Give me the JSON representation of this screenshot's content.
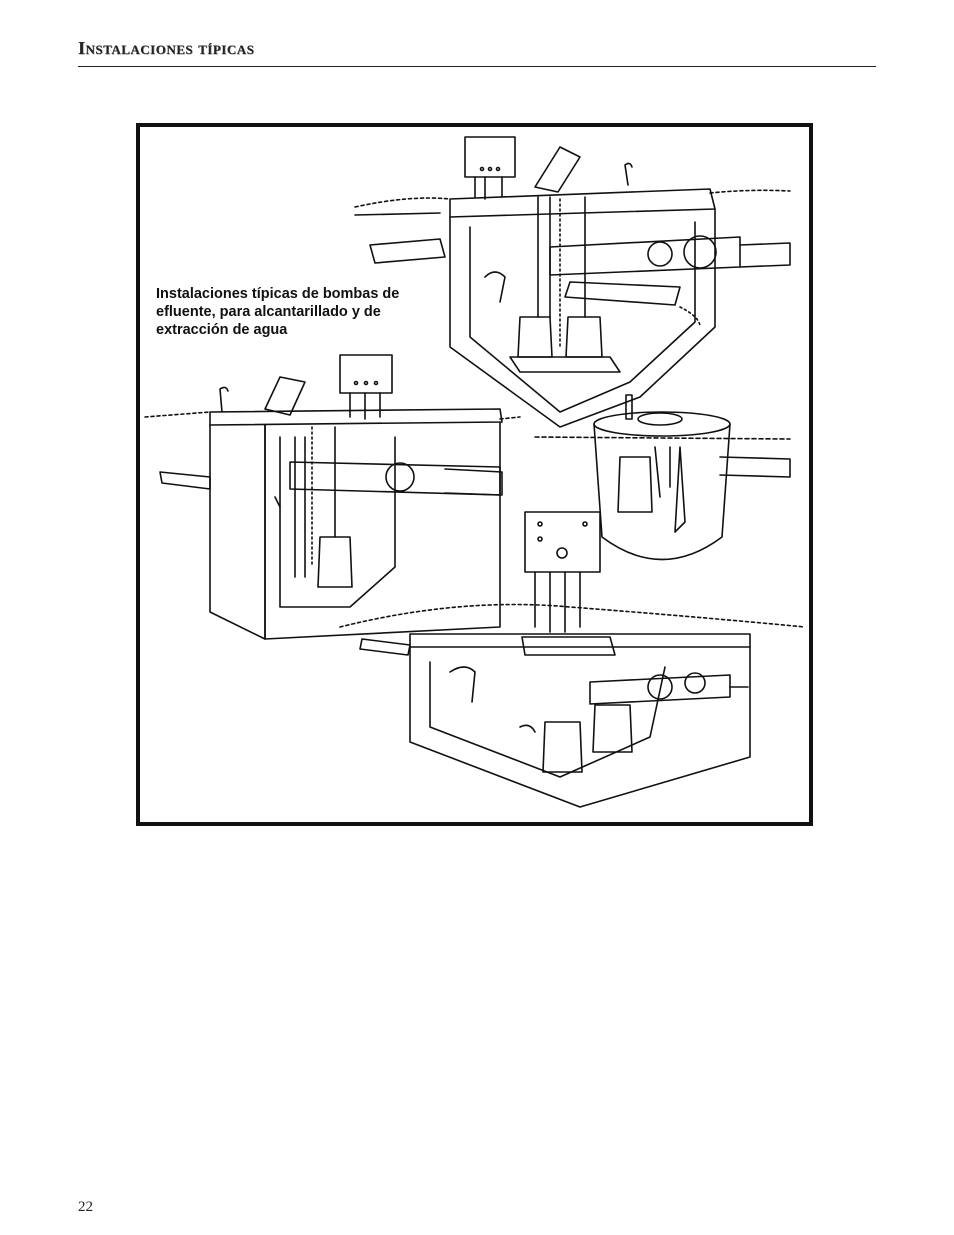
{
  "header": {
    "title": "Instalaciones típicas"
  },
  "figure": {
    "caption": "Instalaciones típicas de bombas de efluente, para alcantarillado y de extracción de agua"
  },
  "page": {
    "number": "22"
  }
}
